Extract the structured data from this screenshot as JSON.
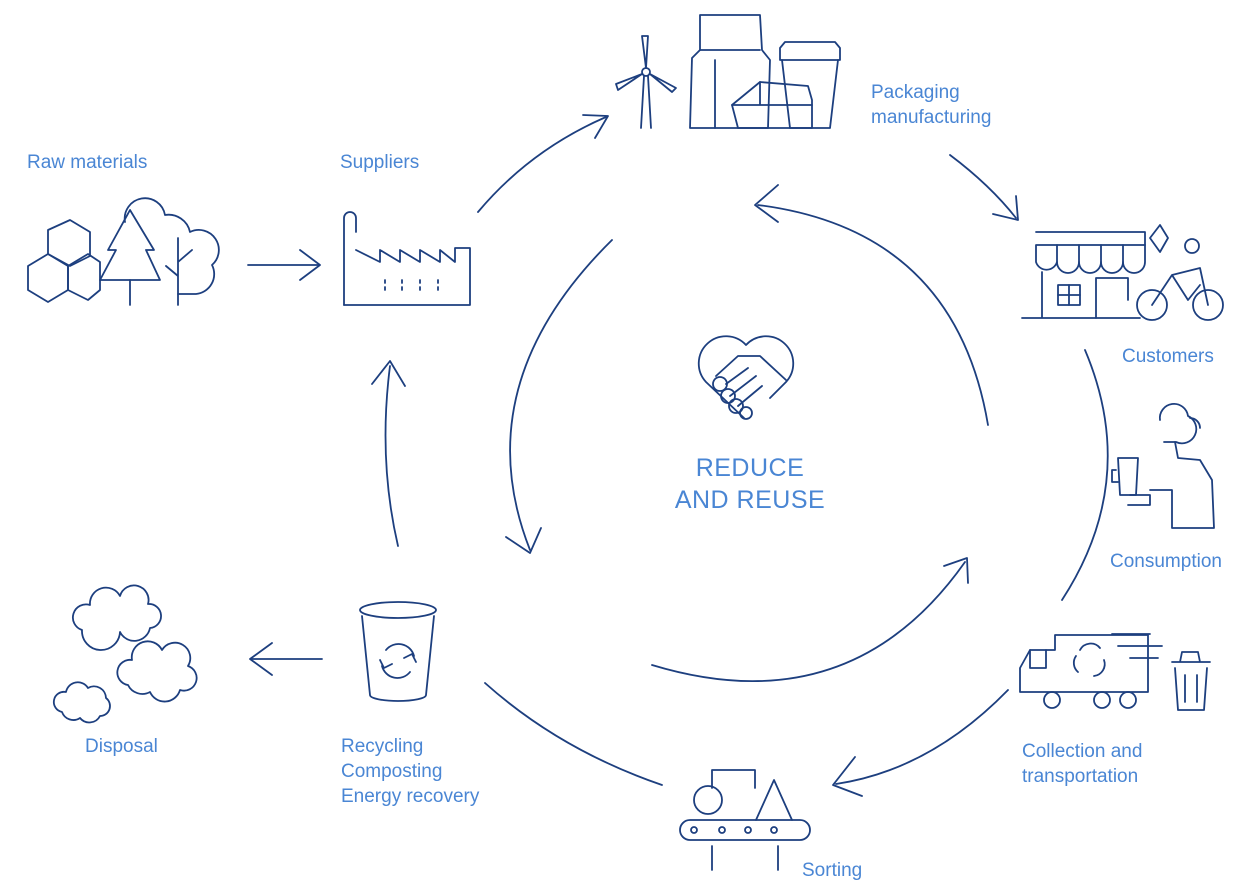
{
  "center": {
    "title_line1": "REDUCE",
    "title_line2": "AND REUSE",
    "icon": "handshake-heart-icon"
  },
  "nodes": {
    "raw_materials": {
      "label": "Raw materials",
      "icon": "hexagons-trees-icon"
    },
    "suppliers": {
      "label": "Suppliers",
      "icon": "factory-icon"
    },
    "packaging": {
      "label": "Packaging\nmanufacturing",
      "icon": "wind-turbine-packaging-icon"
    },
    "customers": {
      "label": "Customers",
      "icon": "shop-courier-icon"
    },
    "consumption": {
      "label": "Consumption",
      "icon": "person-with-cup-icon"
    },
    "collection": {
      "label": "Collection and\ntransportation",
      "icon": "truck-bin-icon"
    },
    "sorting": {
      "label": "Sorting",
      "icon": "conveyor-belt-icon"
    },
    "recycling": {
      "label": "Recycling\nComposting\nEnergy recovery",
      "icon": "recycling-bin-icon"
    },
    "disposal": {
      "label": "Disposal",
      "icon": "clouds-icon"
    }
  },
  "colors": {
    "label": "#4a86d4",
    "stroke": "#1d3f7f"
  }
}
